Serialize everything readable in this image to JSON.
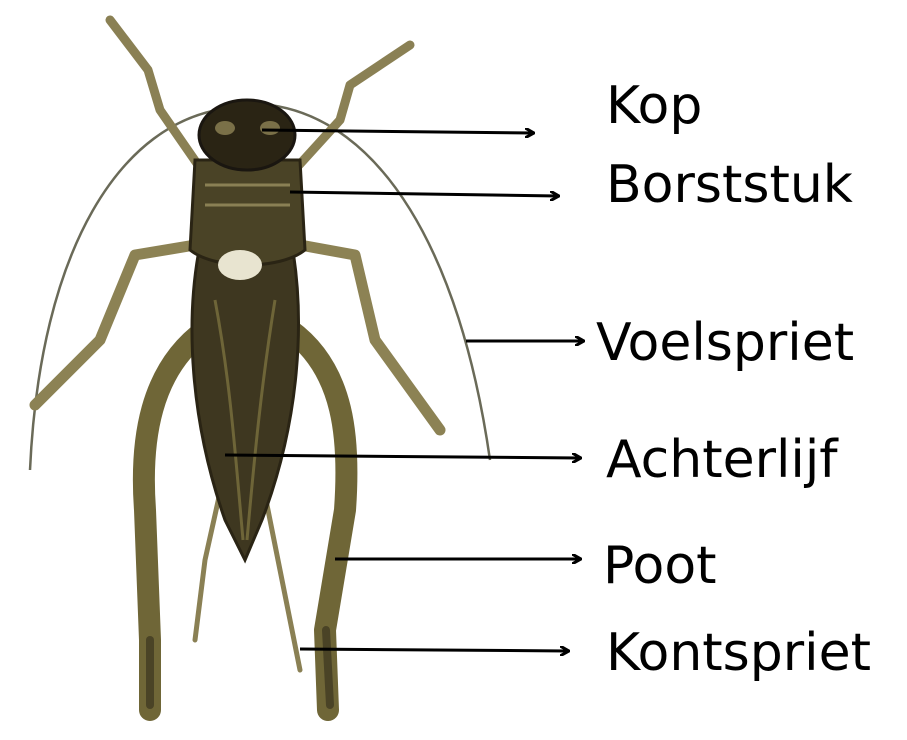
{
  "colors": {
    "body_dark": "#2a2414",
    "body_olive": "#6e6538",
    "leg_tan": "#8c8254",
    "antenna": "#5a5a4a",
    "arrow": "#000000",
    "text": "#000000"
  },
  "labels": {
    "kop": "Kop",
    "borststuk": "Borststuk",
    "voelspriet": "Voelspriet",
    "achterlijf": "Achterlijf",
    "poot": "Poot",
    "kontspriet": "Kontspriet"
  }
}
